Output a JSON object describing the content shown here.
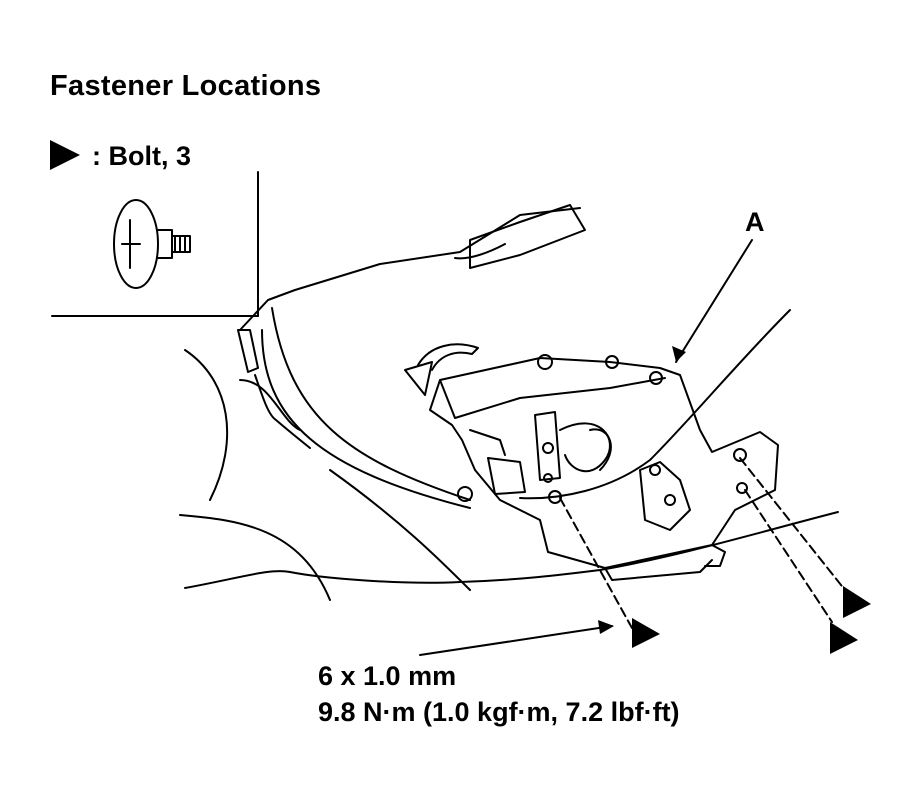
{
  "title": "Fastener Locations",
  "legend": {
    "symbol": "filled-triangle-arrow",
    "text": ": Bolt, 3"
  },
  "callout": "A",
  "spec": {
    "size": "6 x 1.0 mm",
    "torque": "9.8 N·m (1.0 kgf·m, 7.2 lbf·ft)"
  },
  "colors": {
    "ink": "#000000",
    "paper": "#ffffff"
  }
}
